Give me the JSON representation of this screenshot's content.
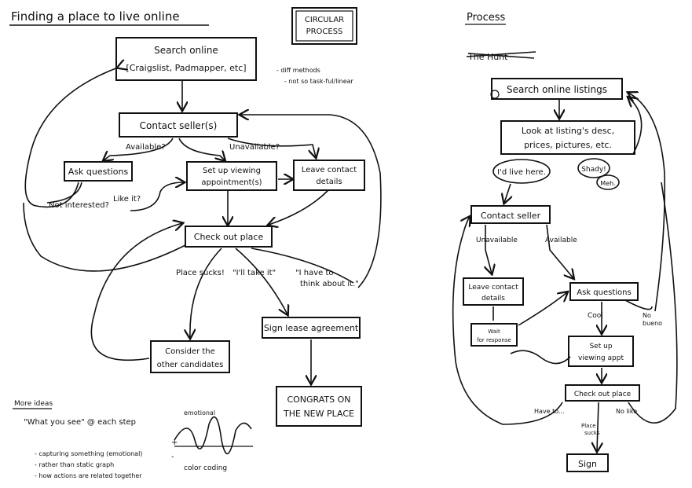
{
  "left": {
    "title": "Finding a place to live online",
    "tag": [
      "CIRCULAR",
      "PROCESS"
    ],
    "notes": [
      "- diff methods",
      "- not so task-ful/linear"
    ],
    "boxes": {
      "search": [
        "Search online",
        "[Craigslist, Padmapper, etc]"
      ],
      "contact": "Contact seller(s)",
      "ask": "Ask questions",
      "setup": [
        "Set up viewing",
        "appointment(s)"
      ],
      "leave": [
        "Leave contact",
        "details"
      ],
      "checkout": "Check out place",
      "consider": [
        "Consider the",
        "other candidates"
      ],
      "sign": "Sign lease agreement",
      "congrats": [
        "CONGRATS ON",
        "THE NEW PLACE"
      ]
    },
    "labels": {
      "available": "Available?",
      "unavailable": "Unavailable?",
      "not_interested": "Not interested?",
      "like_it": "Like it?",
      "place_sucks": "Place sucks!",
      "ill_take_it": "\"I'll take it\"",
      "think": [
        "\"I have to",
        "think about it.\""
      ]
    },
    "more_ideas": {
      "heading": "More ideas",
      "line1": "\"What you see\" @ each step",
      "emotional": "emotional",
      "bullets": [
        "- capturing something (emotional)",
        "- rather than static graph",
        "- how actions are related together"
      ],
      "color": "color coding"
    }
  },
  "right": {
    "title": "Process",
    "scribble": "The Hunt",
    "boxes": {
      "search": "Search online listings",
      "look": [
        "Look at listing's desc,",
        "prices, pictures, etc."
      ],
      "contact": "Contact seller",
      "leave": [
        "Leave contact",
        "details"
      ],
      "ask": "Ask questions",
      "setup": [
        "Set up",
        "viewing appt"
      ],
      "checkout": "Check out place",
      "sign": "Sign"
    },
    "bubbles": {
      "live": "I'd live here.",
      "shady": "Shady!",
      "meh": "Meh."
    },
    "labels": {
      "unavailable": "Unavailable",
      "available": "Available",
      "wait": [
        "Wait",
        "for response"
      ],
      "cool": "Cool",
      "no_bueno": [
        "No",
        "bueno"
      ],
      "have_to": "Have to...",
      "no_like": "No like",
      "place_sucks": [
        "Place",
        "sucks"
      ]
    }
  }
}
